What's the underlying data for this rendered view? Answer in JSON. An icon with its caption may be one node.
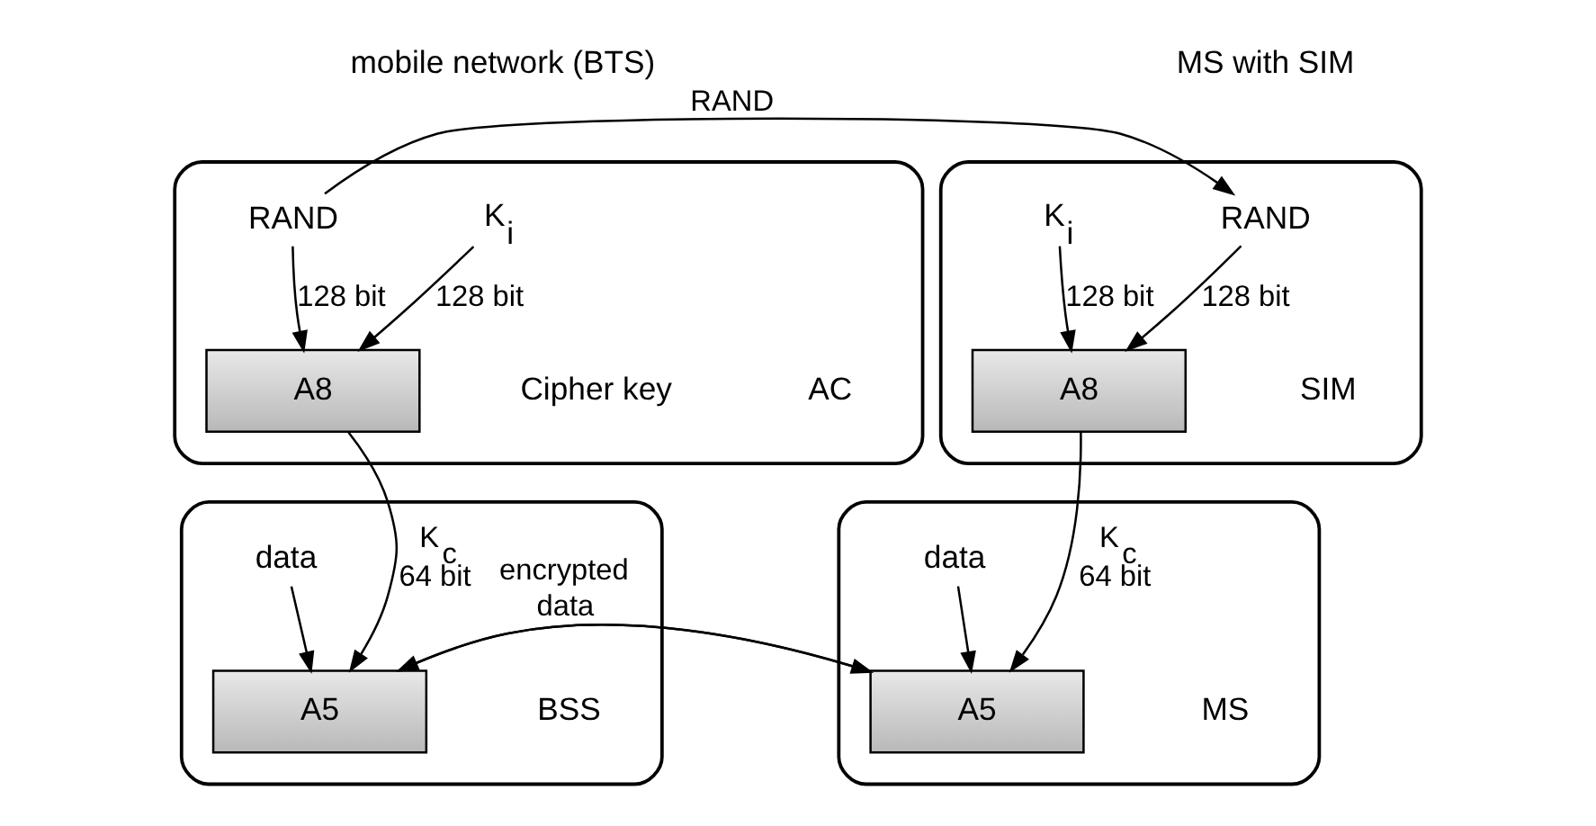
{
  "diagram": {
    "nodes": [
      {
        "text": [],
        "shape": "box",
        "beside": [
          "AC",
          "Cipher key"
        ]
      },
      {
        "text": [
          "K$_{i}$"
        ],
        "in": 0
      },
      {
        "text": [
          "RAND"
        ],
        "in": 0
      },
      {
        "text": [
          "A8"
        ],
        "in": 0
      },
      {
        "text": [],
        "shape": "box",
        "beside": [
          "SIM"
        ]
      },
      {
        "text": [
          "RAND"
        ],
        "in": 4
      },
      {
        "text": [
          "K$_{i}$"
        ],
        "in": 4
      },
      {
        "text": [
          "A8"
        ],
        "in": 4
      },
      {
        "text": [],
        "shape": "box",
        "beside": [
          "BSS"
        ]
      },
      {
        "text": [
          "data"
        ],
        "in": 8
      },
      {
        "text": [
          "A5"
        ],
        "in": 8
      },
      {
        "text": [],
        "shape": "box",
        "beside": [
          "MS"
        ]
      },
      {
        "text": [
          "data"
        ],
        "in": 11
      },
      {
        "text": [
          "A5"
        ],
        "in": 11
      }
    ],
    "edges": [
      {
        "from": 1,
        "to": 3,
        "arrow": "to",
        "label": "128 bit"
      },
      {
        "from": 2,
        "to": 3,
        "arrow": "to",
        "label": "128 bit"
      },
      {
        "from": 2,
        "to": 5,
        "arrow": "to",
        "label": "RAND"
      },
      {
        "from": 5,
        "to": 7,
        "arrow": "to",
        "label": "128 bit"
      },
      {
        "from": 6,
        "to": 7,
        "arrow": "to",
        "label": "128 bit"
      },
      {
        "from": 3,
        "to": 10,
        "arrow": "to",
        "label": "K$_{c}$ 64 bit"
      },
      {
        "from": 9,
        "to": 10,
        "arrow": "to"
      },
      {
        "from": 7,
        "to": 13,
        "arrow": "to",
        "label": "K$_{c}$ 64 bit"
      },
      {
        "from": 12,
        "to": 13,
        "arrow": "to"
      },
      {
        "from": 13,
        "to": 10,
        "arrow": "to",
        "label": "encrypted data"
      },
      {
        "from": 10,
        "to": 13,
        "arrow": "to"
      }
    ],
    "labels": [
      "mobile network (BTS)",
      "MS with SIM"
    ]
  }
}
